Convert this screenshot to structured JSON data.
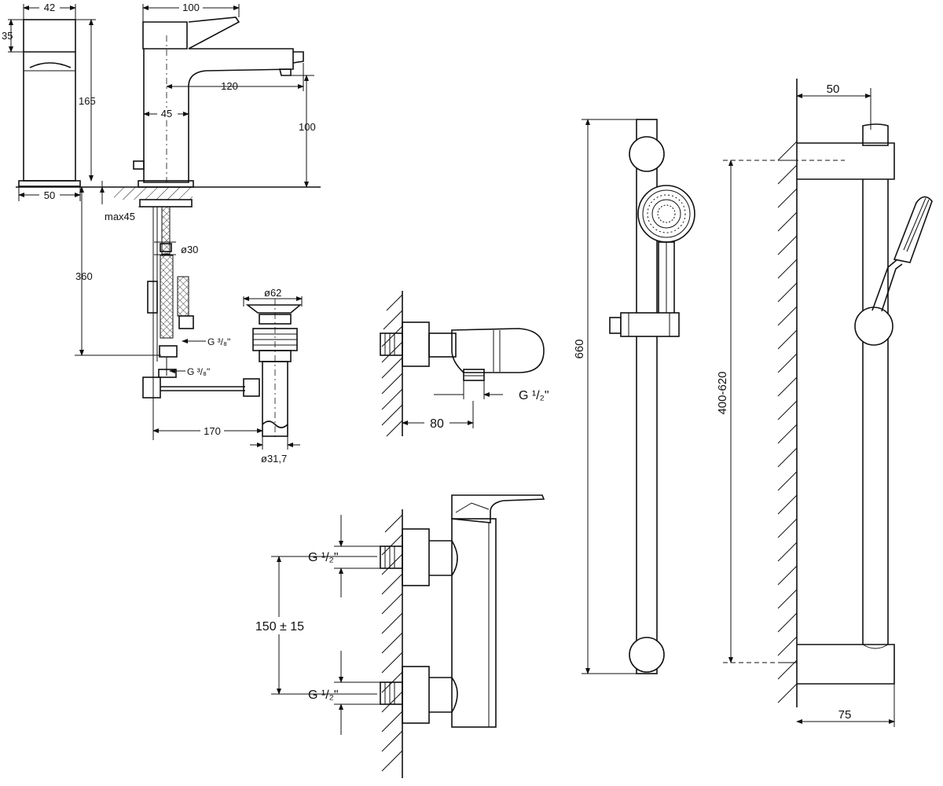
{
  "basin_mixer": {
    "dims": {
      "d42": "42",
      "d35": "35",
      "d165": "165",
      "d50": "50",
      "d100_top": "100",
      "d120": "120",
      "d45": "45",
      "d100_side": "100",
      "max45": "max45",
      "d360": "360",
      "o30": "ø30",
      "o62": "ø62",
      "g38_a": "G ³/₈\"",
      "g38_b": "G ³/₈\"",
      "d170": "170",
      "o31_7": "ø31,7"
    }
  },
  "shower_outlet": {
    "dims": {
      "d80": "80",
      "g12": "G ¹/₂\""
    }
  },
  "shower_mixer": {
    "dims": {
      "g12_top": "G ¹/₂\"",
      "d150": "150 ± 15",
      "g12_bottom": "G ¹/₂\""
    }
  },
  "shower_rail": {
    "dims": {
      "d660": "660",
      "d400_620": "400-620",
      "d50": "50",
      "d75": "75"
    }
  }
}
